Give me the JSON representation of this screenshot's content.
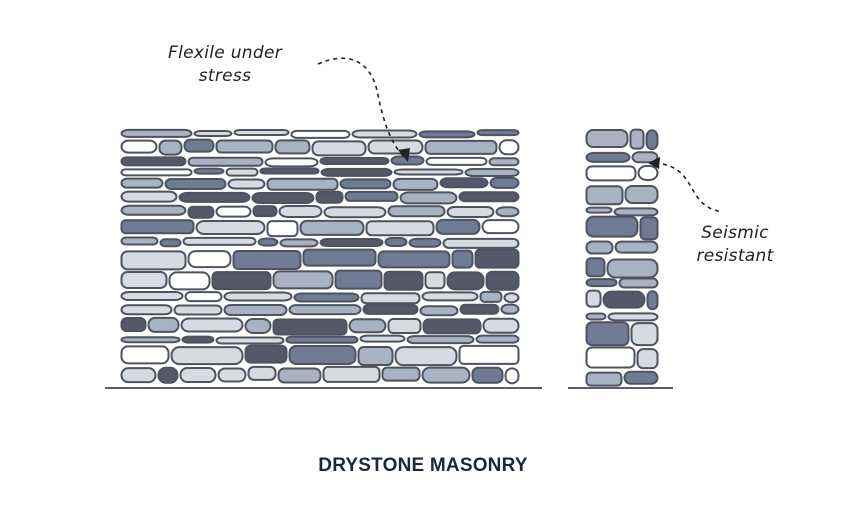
{
  "title": "DRYSTONE MASONRY",
  "annotations": {
    "wall_label": "Flexile under stress",
    "column_label": "Seismic resistant"
  },
  "colors": {
    "outline": "#4e5261",
    "stone_dark": "#545869",
    "stone_mid": "#6f7b92",
    "stone_light": "#a9b2c3",
    "stone_pale": "#d5dae3",
    "title": "#1c2541"
  }
}
